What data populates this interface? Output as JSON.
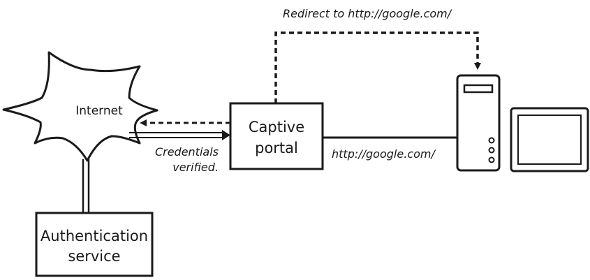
{
  "nodes": {
    "internet": "Internet",
    "captive_portal": [
      "Captive",
      "portal"
    ],
    "authentication_service": [
      "Authentication",
      "service"
    ]
  },
  "edge_labels": {
    "redirect": "Redirect to http://google.com/",
    "request": "http://google.com/",
    "credentials": [
      "Credentials",
      "verified."
    ]
  },
  "colors": {
    "line": "#1a1a1a",
    "background": "#ffffff"
  }
}
